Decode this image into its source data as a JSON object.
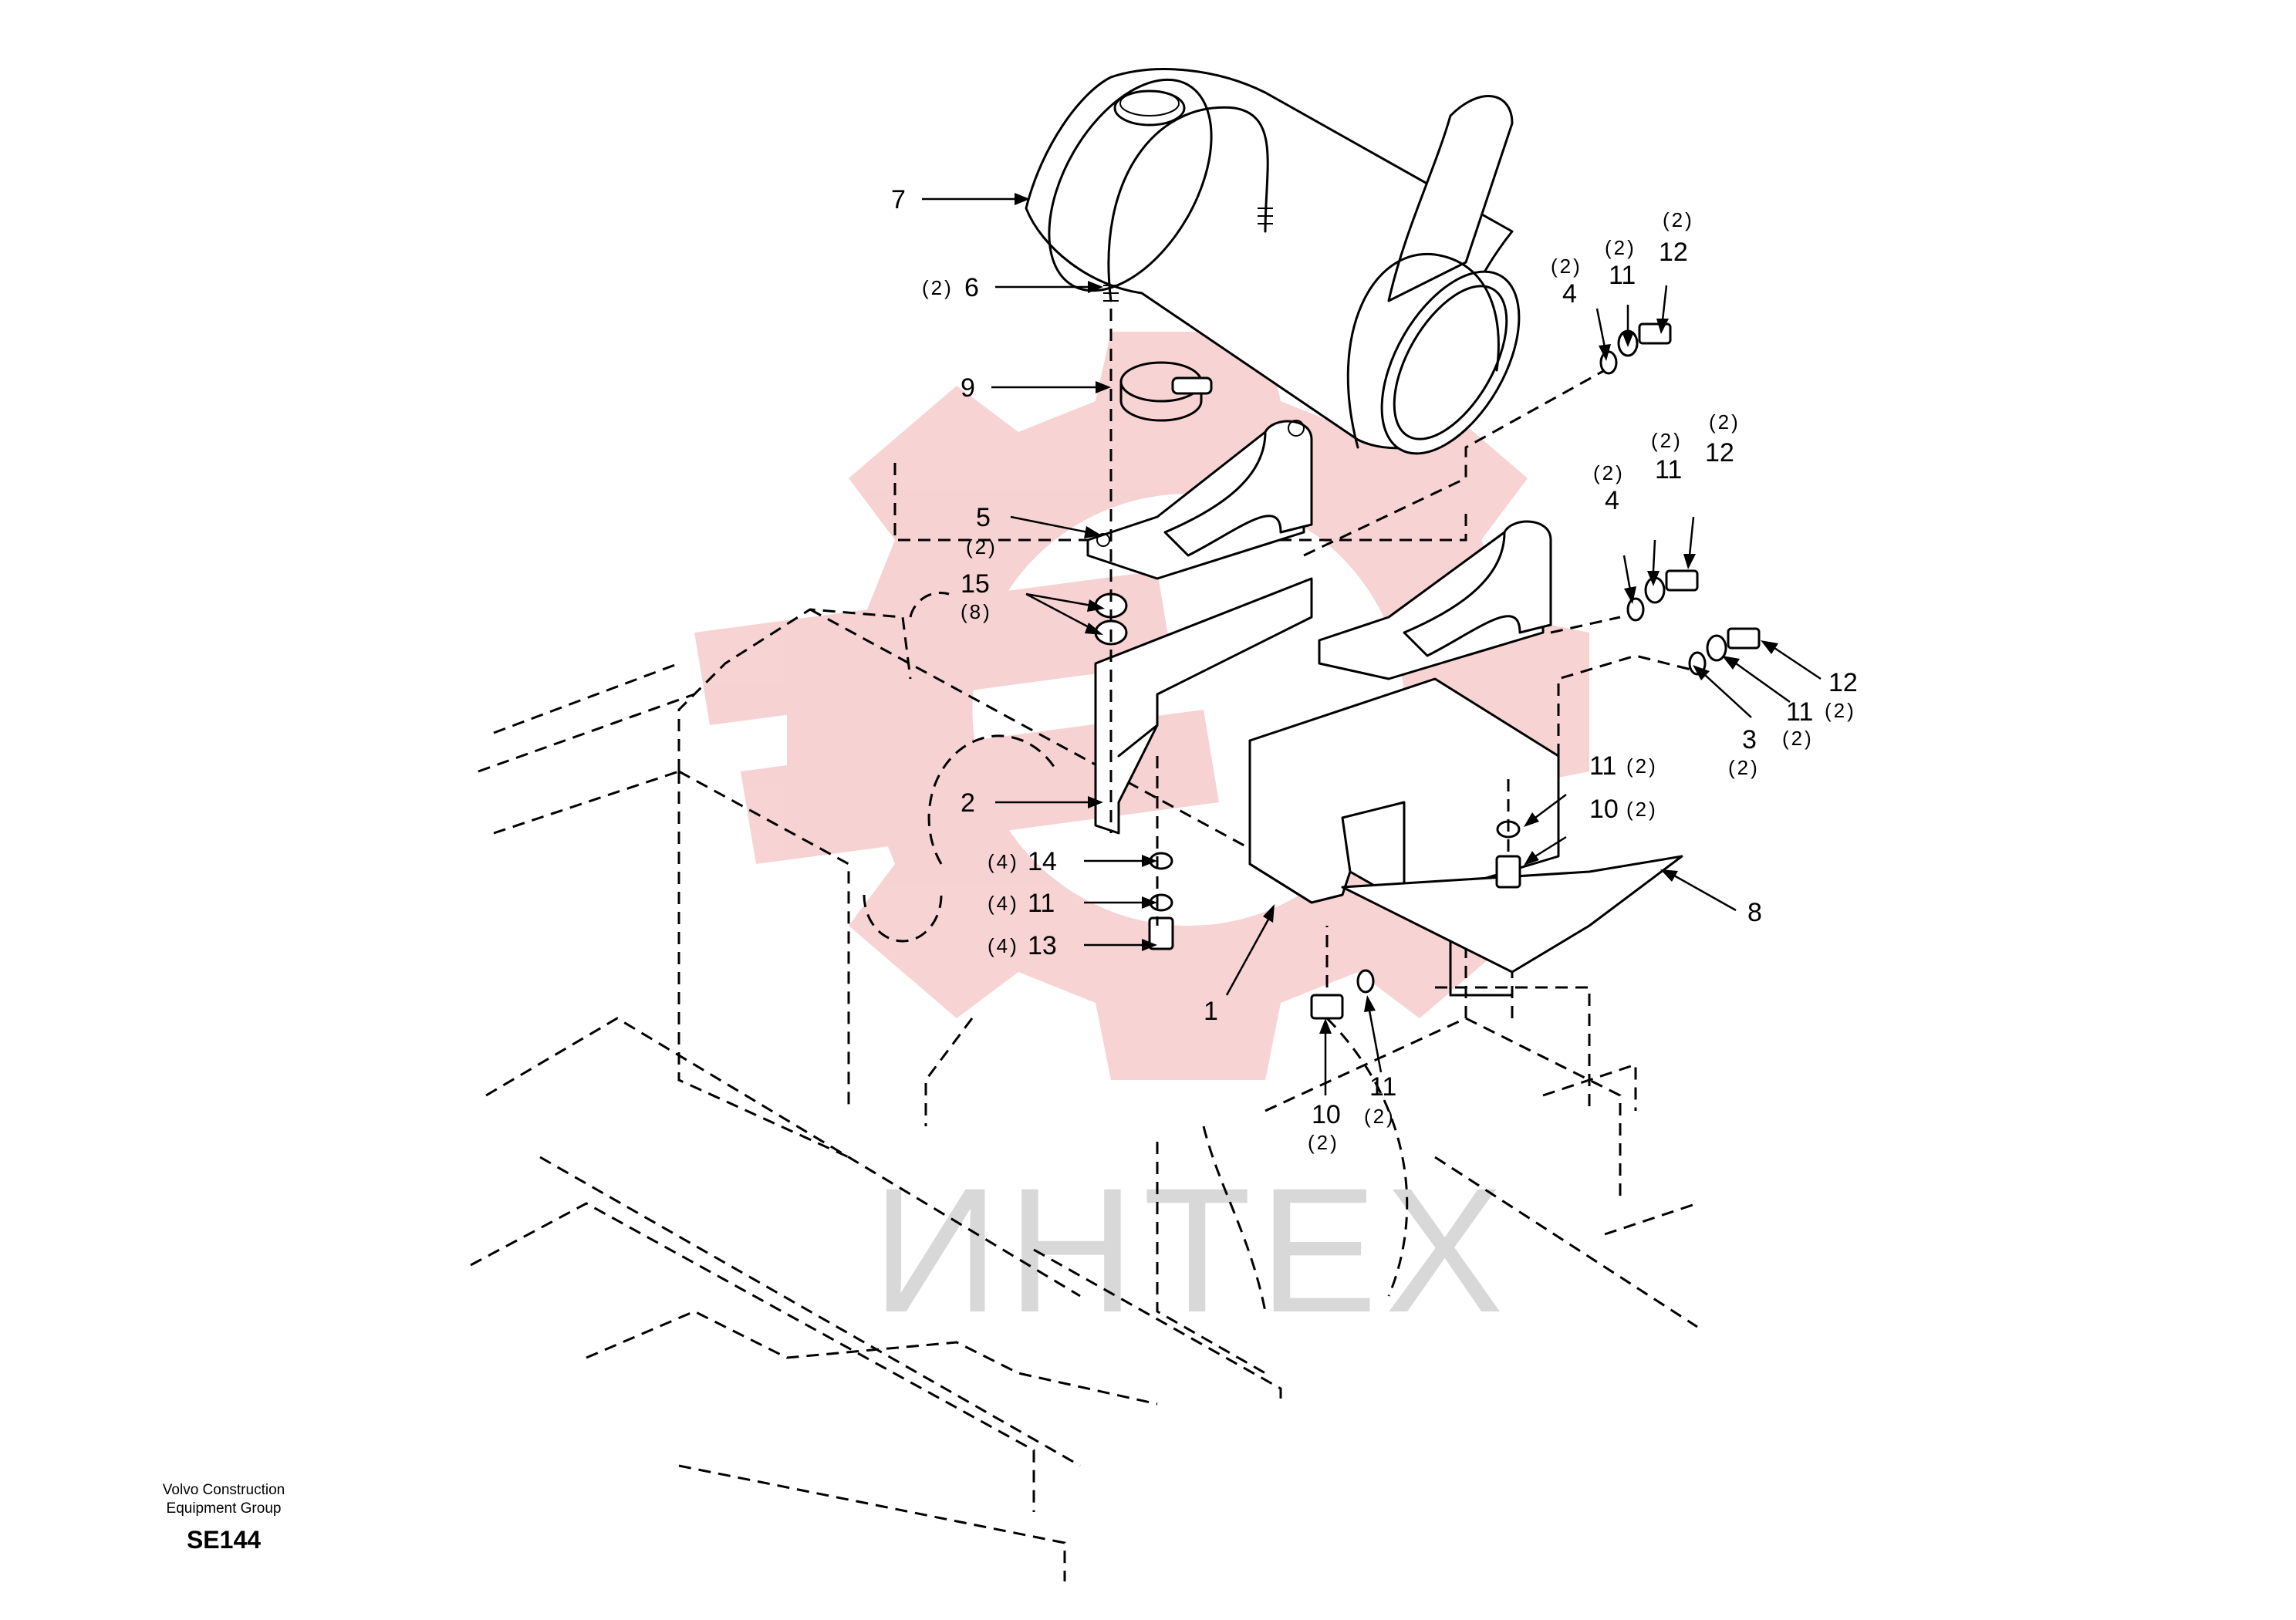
{
  "watermark": {
    "text": "ИНТЕХ",
    "logo_color": "#f4c4c4"
  },
  "footer": {
    "company_line1": "Volvo Construction",
    "company_line2": "Equipment Group",
    "code": "SE144"
  },
  "callouts": [
    {
      "id": "c7",
      "num": "7",
      "qty": ""
    },
    {
      "id": "c6",
      "num": "6",
      "qty": "(2)"
    },
    {
      "id": "c9",
      "num": "9",
      "qty": ""
    },
    {
      "id": "c5",
      "num": "5",
      "qty": "(2)"
    },
    {
      "id": "c15",
      "num": "15",
      "qty": "(8)"
    },
    {
      "id": "c2",
      "num": "2",
      "qty": ""
    },
    {
      "id": "c14",
      "num": "14",
      "qty": "(4)"
    },
    {
      "id": "c11a",
      "num": "11",
      "qty": "(4)"
    },
    {
      "id": "c13",
      "num": "13",
      "qty": "(4)"
    },
    {
      "id": "c1",
      "num": "1",
      "qty": ""
    },
    {
      "id": "c10a",
      "num": "10",
      "qty": "(2)"
    },
    {
      "id": "c11b",
      "num": "11",
      "qty": "(2)"
    },
    {
      "id": "c8",
      "num": "8",
      "qty": ""
    },
    {
      "id": "c11c",
      "num": "11",
      "qty": "(2)"
    },
    {
      "id": "c10b",
      "num": "10",
      "qty": "(2)"
    },
    {
      "id": "c4a",
      "num": "4",
      "qty": "(2)"
    },
    {
      "id": "c11d",
      "num": "11",
      "qty": "(2)"
    },
    {
      "id": "c12a",
      "num": "12",
      "qty": "(2)"
    },
    {
      "id": "c4b",
      "num": "4",
      "qty": "(2)"
    },
    {
      "id": "c11e",
      "num": "11",
      "qty": "(2)"
    },
    {
      "id": "c12b",
      "num": "12",
      "qty": "(2)"
    },
    {
      "id": "c12c",
      "num": "12",
      "qty": "(2)"
    },
    {
      "id": "c11f",
      "num": "11",
      "qty": "(2)"
    },
    {
      "id": "c3",
      "num": "3",
      "qty": "(2)"
    }
  ]
}
